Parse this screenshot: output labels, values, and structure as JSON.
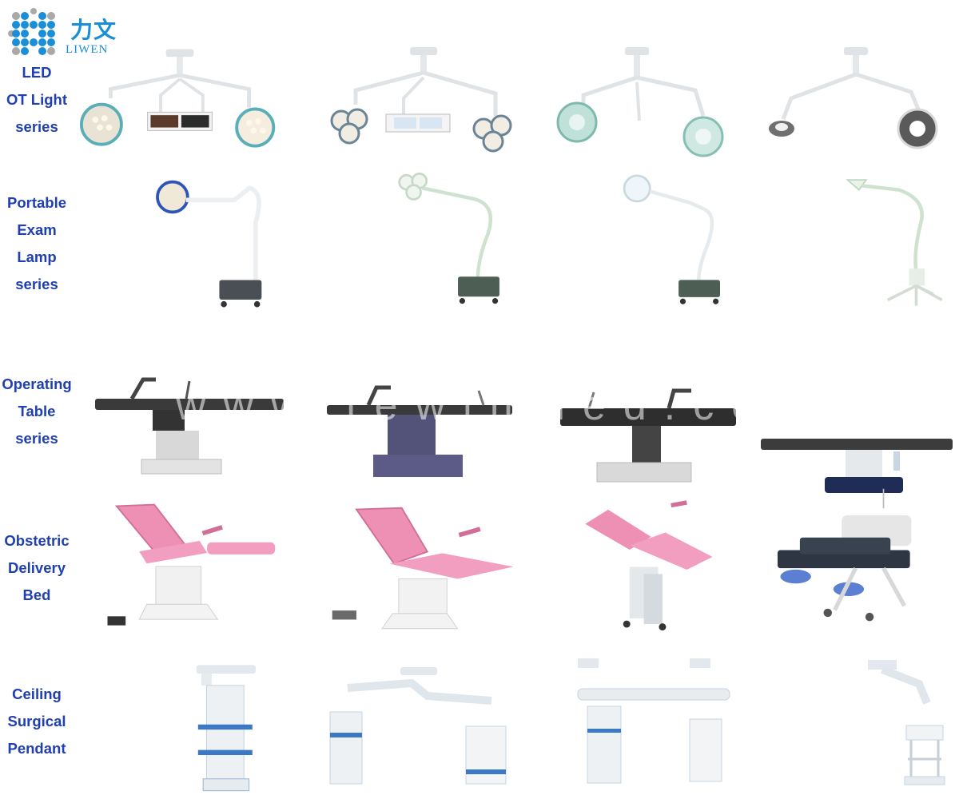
{
  "brand": {
    "name_cn": "力文",
    "name_en": "LIWEN",
    "color": "#1a8fd8"
  },
  "rows": [
    {
      "lines": [
        "LED",
        "OT Light",
        "series"
      ]
    },
    {
      "lines": [
        "Portable",
        "Exam",
        "Lamp",
        "series"
      ]
    },
    {
      "lines": [
        "Operating",
        "Table",
        "series"
      ]
    },
    {
      "lines": [
        "Obstetric",
        "Delivery",
        "Bed"
      ]
    },
    {
      "lines": [
        "Ceiling",
        "Surgical",
        "Pendant"
      ]
    }
  ],
  "watermark": "www.fewinmed.com",
  "label_color": "#1f3fb3"
}
